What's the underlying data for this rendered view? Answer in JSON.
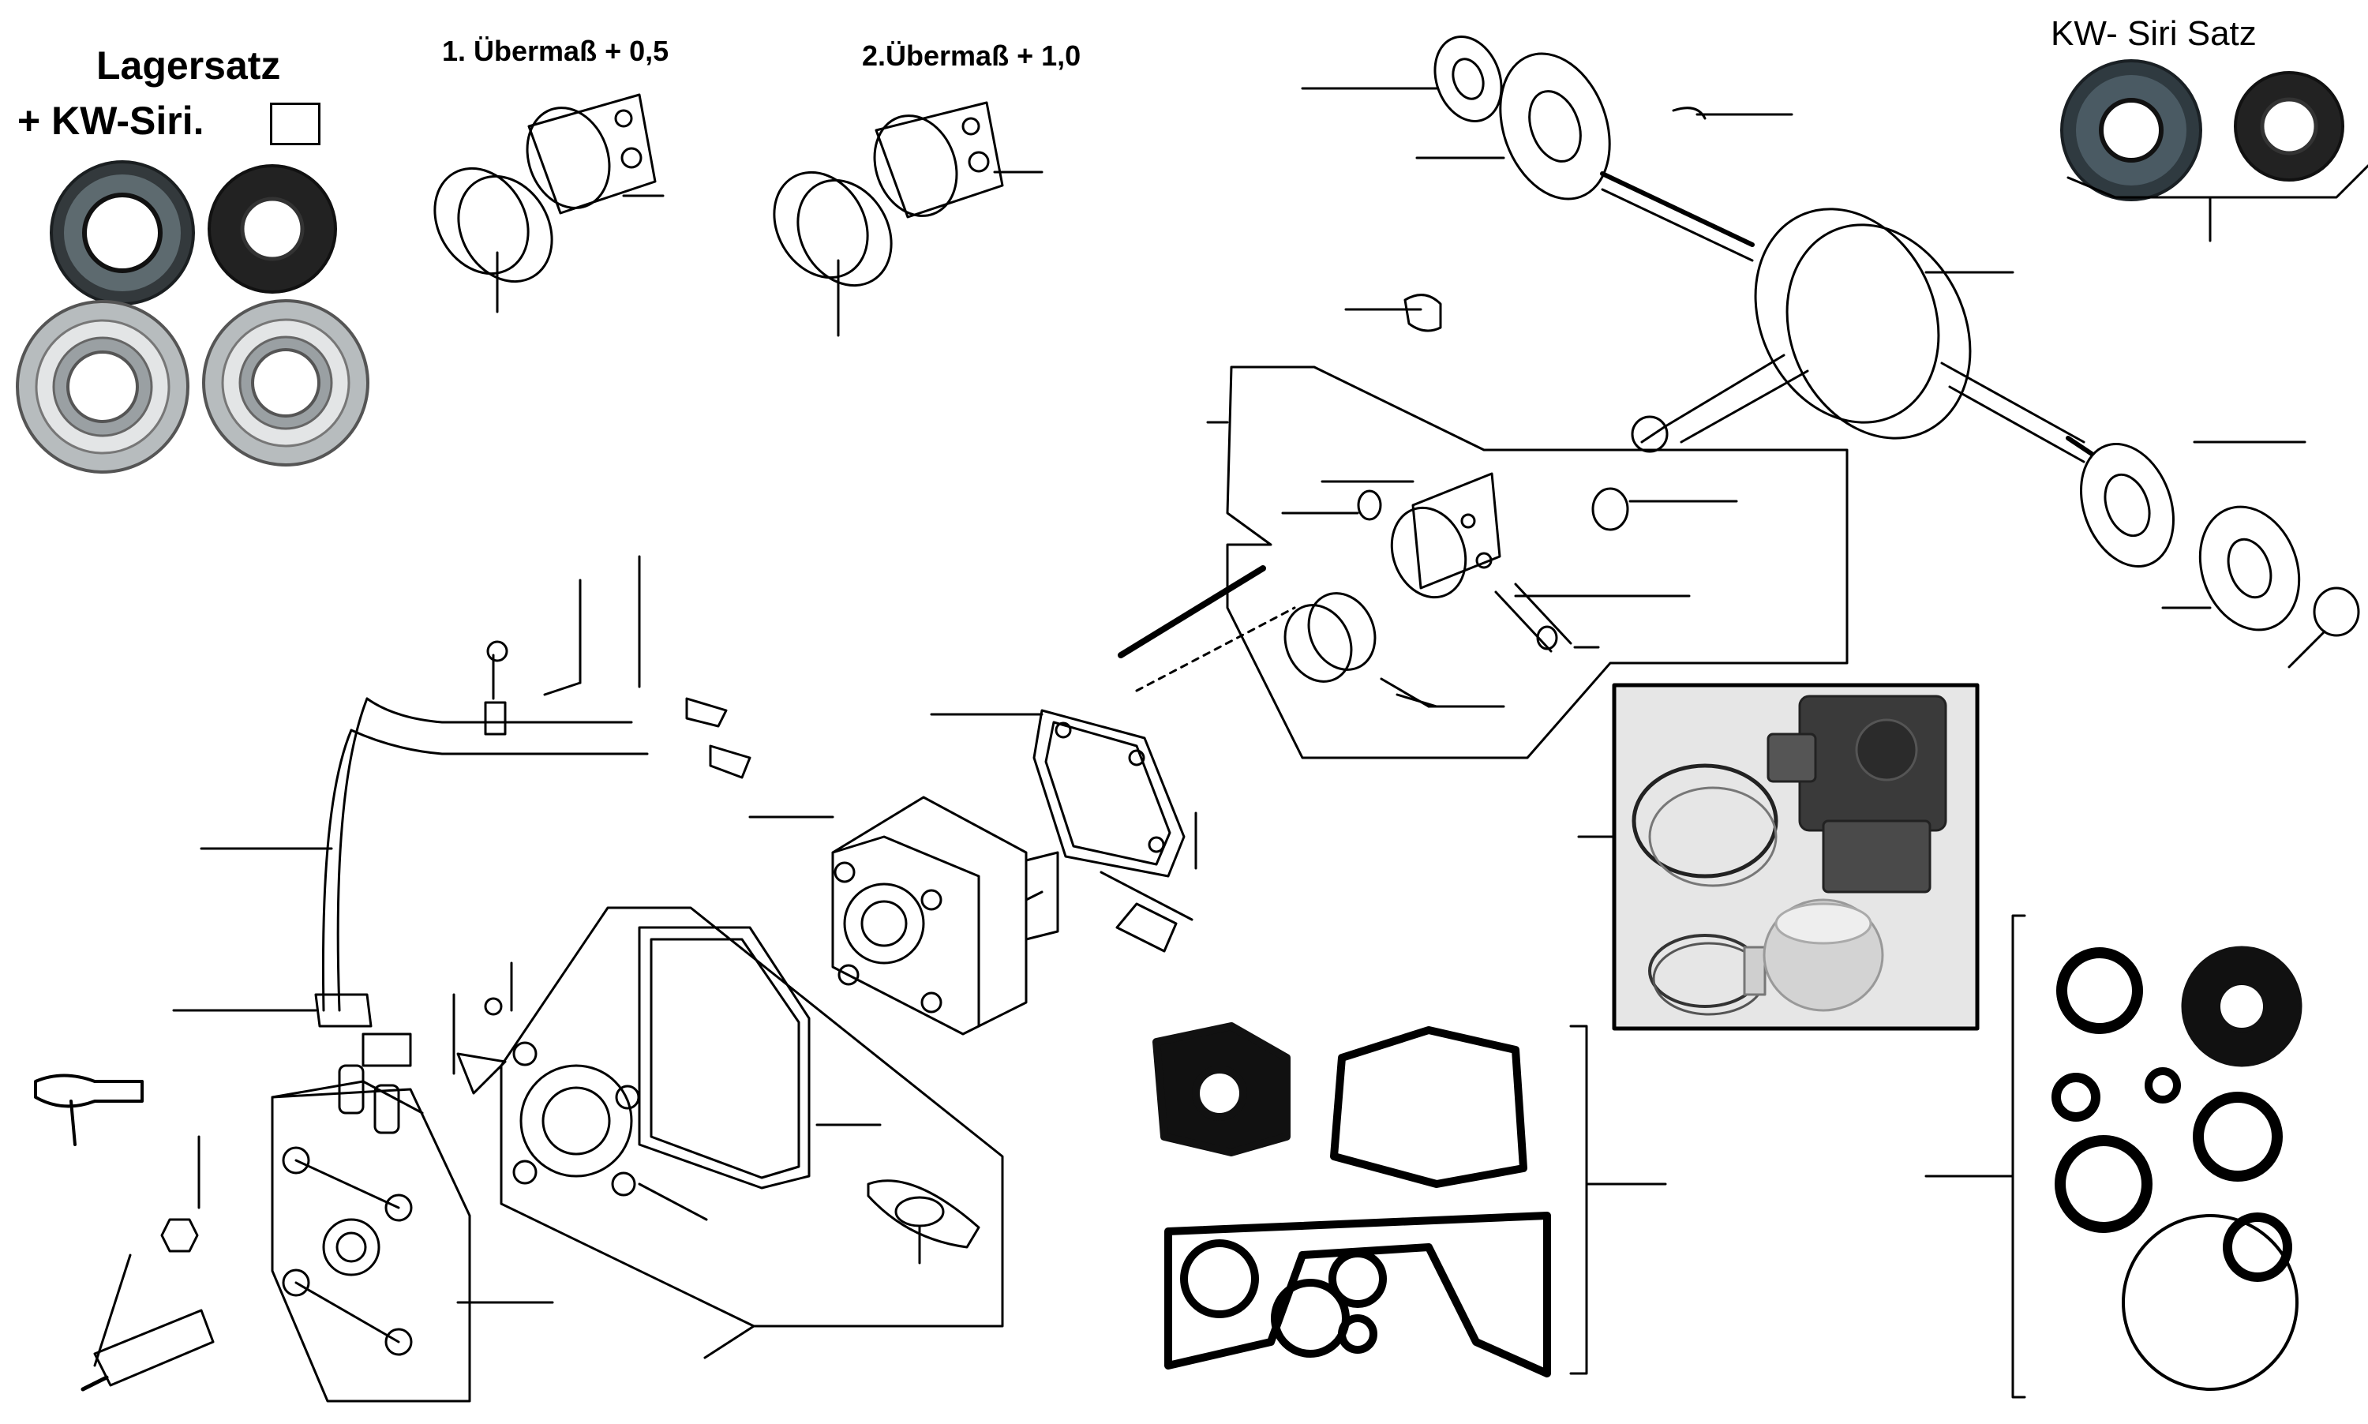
{
  "labels": {
    "lagersatz": "Lagersatz",
    "kw_siri": "+ KW-Siri.",
    "oversize1": "1. Übermaß + 0,5",
    "oversize2": "2.Übermaß + 1,0",
    "kw_siri_satz": "KW- Siri Satz"
  },
  "colors": {
    "line": "#000000",
    "seal": "#2c3336",
    "photo_bg": "#e6e6e6"
  }
}
